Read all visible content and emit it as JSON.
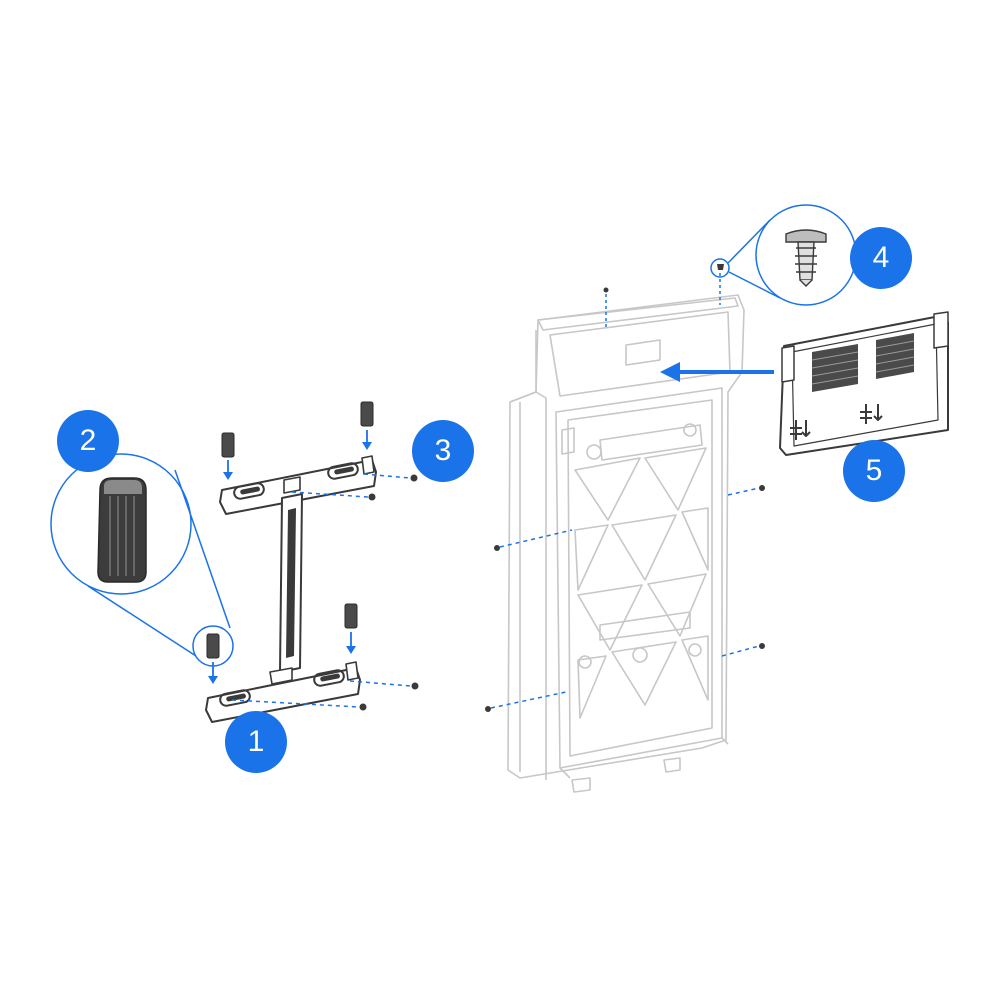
{
  "colors": {
    "accent": "#1a73e8",
    "part_dark": "#3a3a3a",
    "part_outline": "#8a8a8a",
    "ghost": "#c9c9c9",
    "background": "#ffffff"
  },
  "callouts": [
    {
      "id": "callout-1",
      "label": "1"
    },
    {
      "id": "callout-2",
      "label": "2"
    },
    {
      "id": "callout-3",
      "label": "3"
    },
    {
      "id": "callout-4",
      "label": "4"
    },
    {
      "id": "callout-5",
      "label": "5"
    }
  ],
  "icons": {
    "assembly_arrow": "arrow-left-icon",
    "screw": "screw-icon",
    "anchor": "wall-anchor-icon",
    "pad": "rubber-pad-icon"
  }
}
